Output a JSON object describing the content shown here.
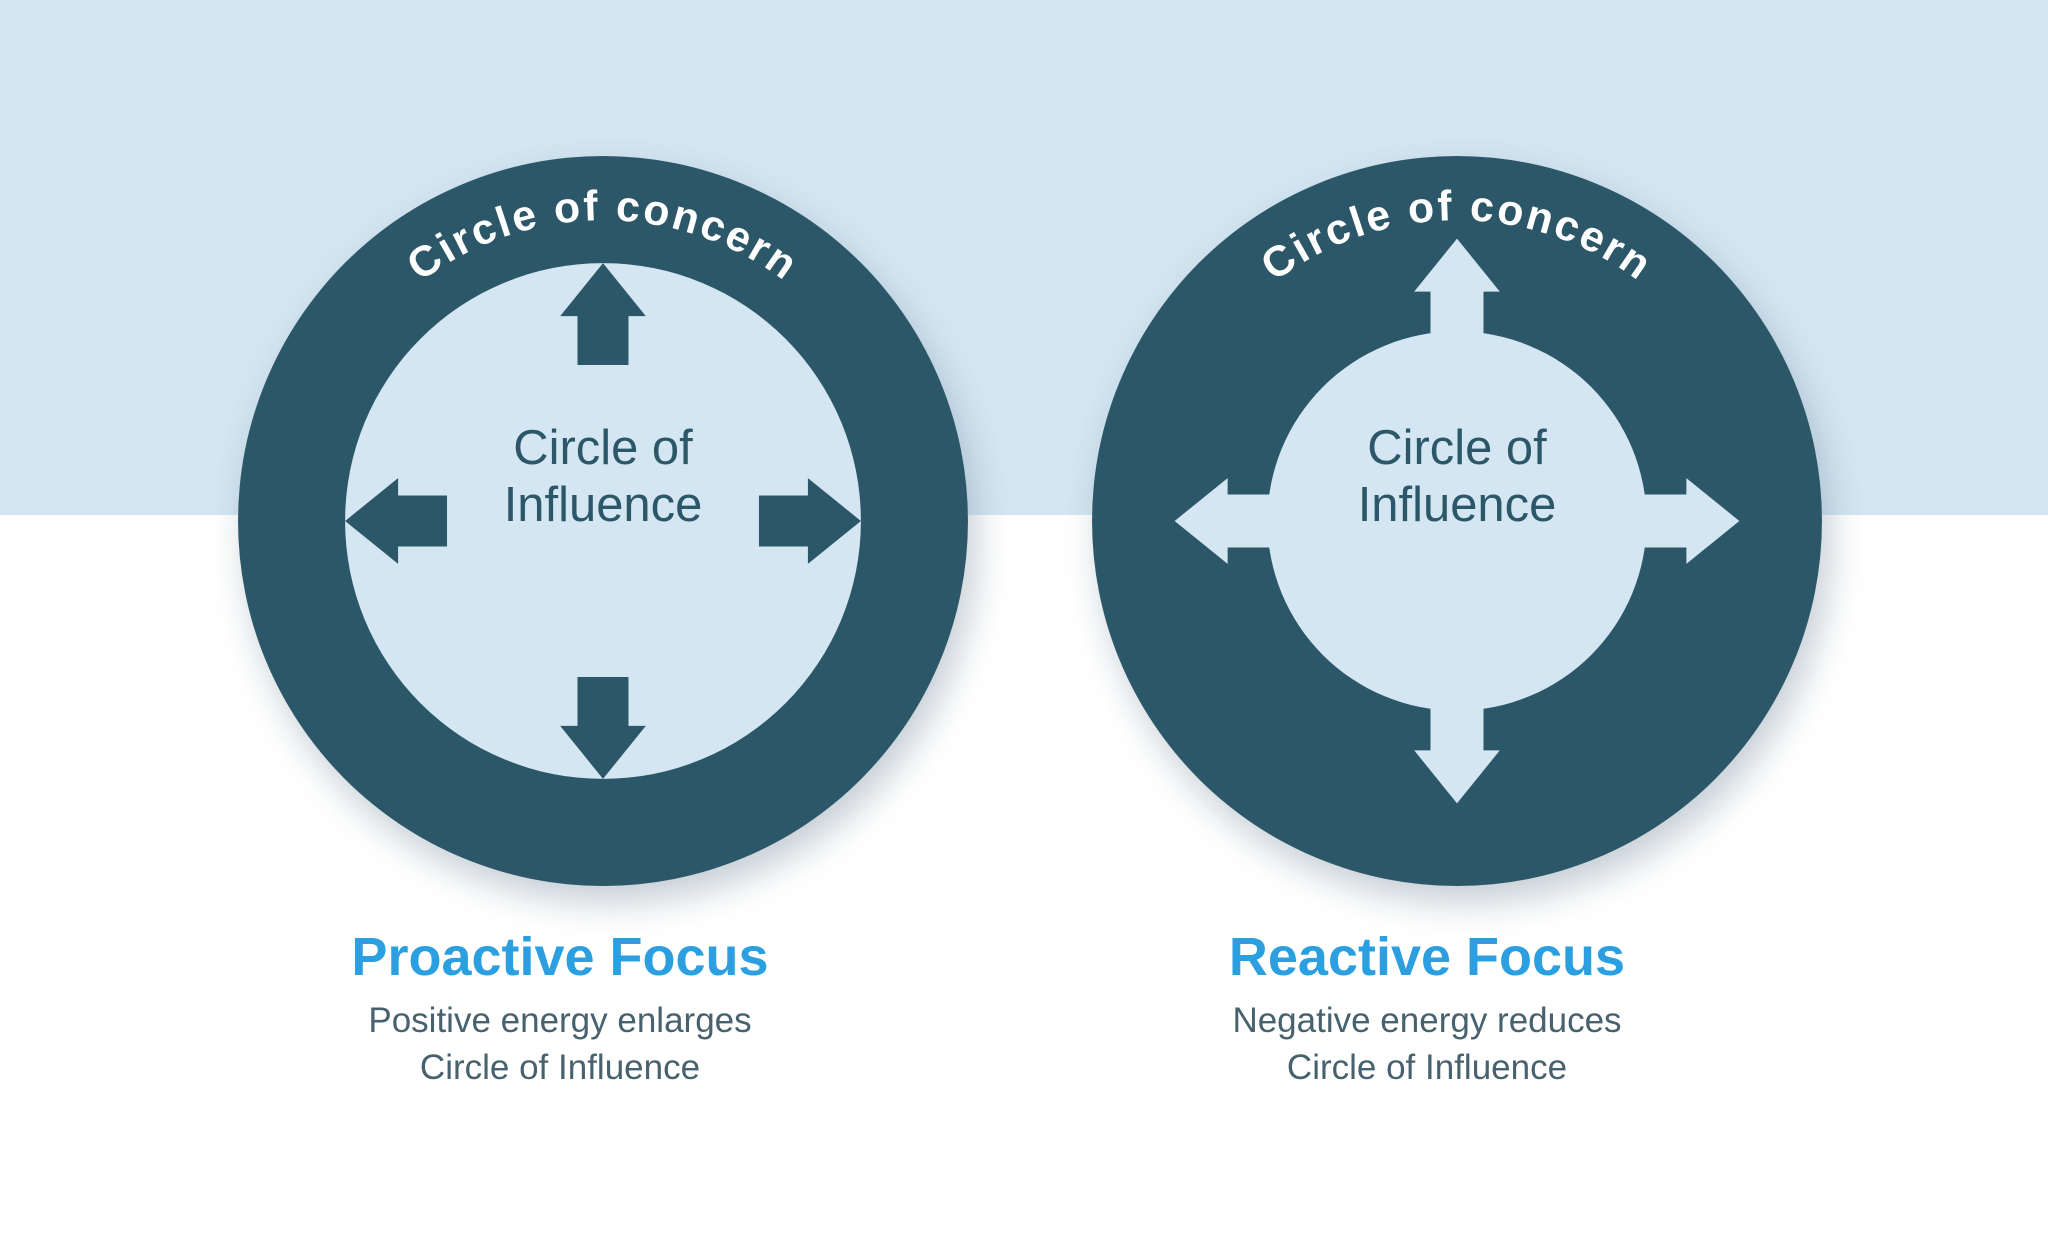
{
  "colors": {
    "dark-teal": "#2b5769",
    "light-blue": "#d3e6f2",
    "white": "#ffffff",
    "heading-blue": "#2b9fe0",
    "caption-slate": "#47626e"
  },
  "panels": [
    {
      "ring_label": "Circle of concern",
      "center_line1": "Circle of",
      "center_line2": "Influence",
      "heading": "Proactive Focus",
      "caption_line1": "Positive energy enlarges",
      "caption_line2": "Circle of Influence"
    },
    {
      "ring_label": "Circle of concern",
      "center_line1": "Circle of",
      "center_line2": "Influence",
      "heading": "Reactive Focus",
      "caption_line1": "Negative energy reduces",
      "caption_line2": "Circle of Influence"
    }
  ]
}
